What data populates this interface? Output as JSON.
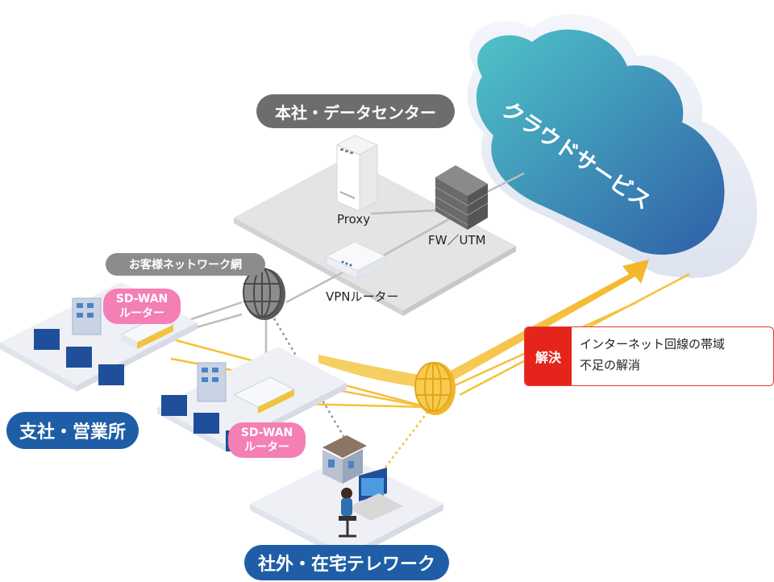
{
  "cloud": {
    "label": "クラウドサービス"
  },
  "hq": {
    "title": "本社・データセンター",
    "proxy_label": "Proxy",
    "fw_label": "FW／UTM",
    "vpn_label": "VPNルーター"
  },
  "customer_network": {
    "label": "お客様ネットワーク網"
  },
  "sdwan": {
    "line1": "SD-WAN",
    "line2": "ルーター"
  },
  "branch": {
    "label": "支社・営業所"
  },
  "telework": {
    "label": "社外・在宅テレワーク"
  },
  "solution": {
    "tag": "解決",
    "line1": "インターネット回線の帯域",
    "line2": "不足の解消"
  },
  "colors": {
    "cloud_blue": "#2f6fb0",
    "cloud_teal": "#4fc4c8",
    "highlight_yellow": "#f5c13a",
    "solution_red": "#e5251b",
    "branch_blue": "#1f5ea6",
    "sdwan_pink": "#f37fb5"
  }
}
